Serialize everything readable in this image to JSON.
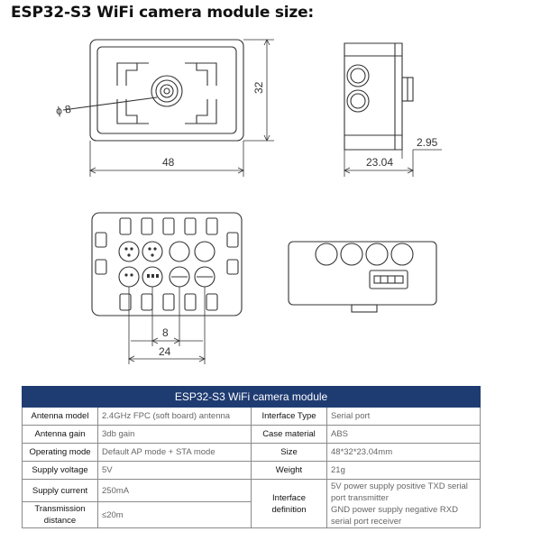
{
  "title": "ESP32-S3 WiFi camera module size:",
  "dimensions": {
    "phi": "ϕ 8",
    "height": "32",
    "width": "48",
    "depth": "23.04",
    "offset": "2.95",
    "pitch": "8",
    "span": "24"
  },
  "table": {
    "header": "ESP32-S3 WiFi camera module",
    "rows": [
      {
        "label": "Antenna model",
        "value": "2.4GHz FPC (soft board) antenna",
        "label2": "Interface Type",
        "value2": "Serial port"
      },
      {
        "label": "Antenna gain",
        "value": "3db gain",
        "label2": "Case material",
        "value2": "ABS"
      },
      {
        "label": "Operating mode",
        "value": "Default AP mode + STA mode",
        "label2": "Size",
        "value2": "48*32*23.04mm"
      },
      {
        "label": "Supply voltage",
        "value": "5V",
        "label2": "Weight",
        "value2": "21g"
      }
    ],
    "supply_current": {
      "label": "Supply current",
      "value": "250mA"
    },
    "transmission": {
      "label_line1": "Transmission",
      "label_line2": "distance",
      "value": "≤20m"
    },
    "interface_definition": {
      "label_line1": "Interface",
      "label_line2": "definition",
      "lines": [
        "5V power supply positive  TXD serial",
        "port transmitter",
        "GND power supply negative  RXD",
        "serial port receiver"
      ]
    }
  }
}
